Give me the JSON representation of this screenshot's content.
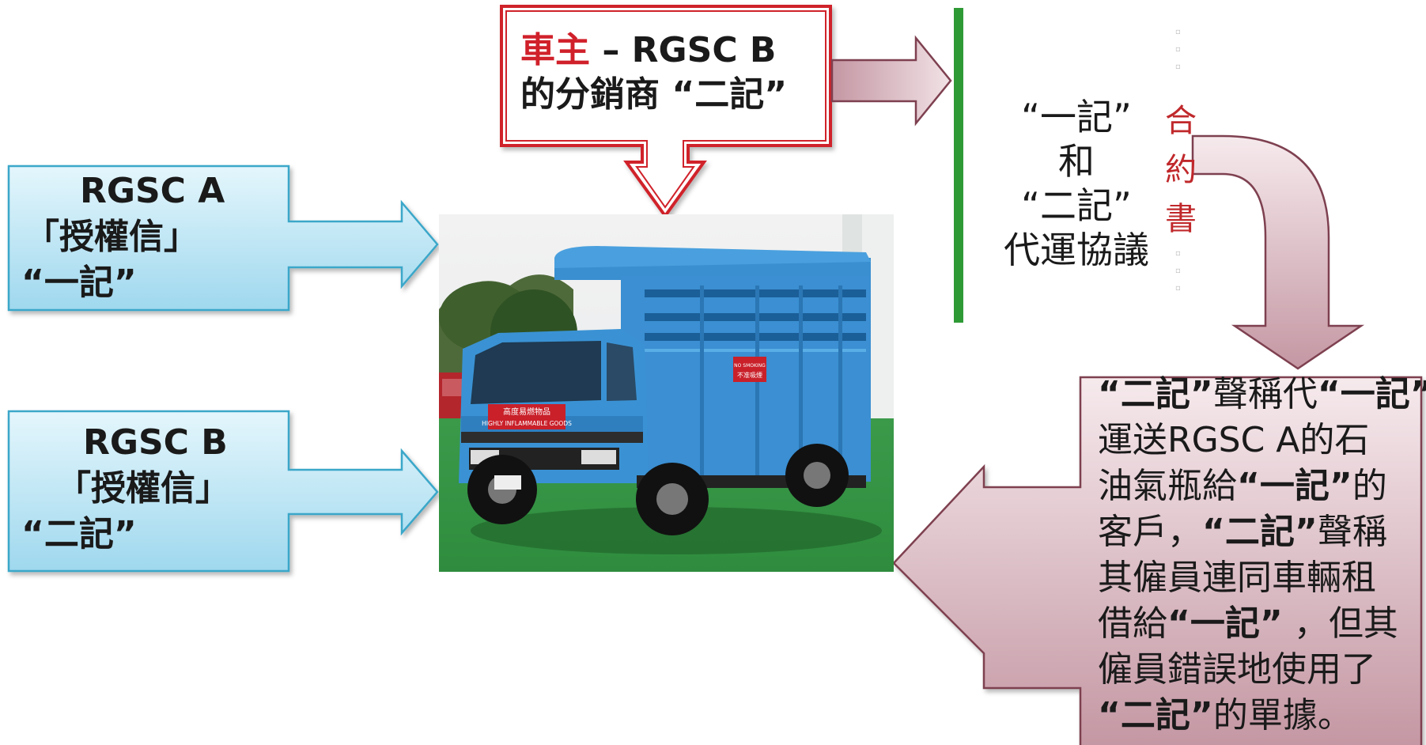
{
  "top_callout": {
    "owner_label": "車主",
    "line1_rest": " – RGSC B",
    "line2": "的分銷商 “二記”"
  },
  "box_a": {
    "line1": "RGSC A",
    "line2": "「授權信」",
    "line3": "“一記”"
  },
  "box_b": {
    "line1": "RGSC B",
    "line2": "「授權信」",
    "line3": "“二記”"
  },
  "contract": {
    "agreement_lines": [
      "“一記”",
      "和",
      "“二記”",
      "代運協議"
    ],
    "title_chars": [
      "合",
      "約",
      "書"
    ]
  },
  "explanation": {
    "segments": [
      [
        {
          "t": "“二記”",
          "b": true
        },
        {
          "t": "聲稱代",
          "b": false
        },
        {
          "t": "“一記”",
          "b": true
        }
      ],
      [
        {
          "t": "運送RGSC A的石",
          "b": false
        }
      ],
      [
        {
          "t": "油氣瓶給",
          "b": false
        },
        {
          "t": "“一記”",
          "b": true
        },
        {
          "t": "的",
          "b": false
        }
      ],
      [
        {
          "t": "客戶，",
          "b": false
        },
        {
          "t": "“二記”",
          "b": true
        },
        {
          "t": "聲稱",
          "b": false
        }
      ],
      [
        {
          "t": "其僱員連同車輛租",
          "b": false
        }
      ],
      [
        {
          "t": "借給",
          "b": false
        },
        {
          "t": "“一記”",
          "b": true
        },
        {
          "t": " ，但其",
          "b": false
        }
      ],
      [
        {
          "t": "僱員錯誤地使用了",
          "b": false
        }
      ],
      [
        {
          "t": "“二記”",
          "b": true
        },
        {
          "t": "的單據。",
          "b": false
        }
      ]
    ]
  },
  "truck": {
    "sign_no_smoking": "NO SMOKING",
    "sign_no_smoking_zh": "不准吸煙",
    "sign_hazard_zh": "高度易燃物品",
    "sign_hazard_en": "HIGHLY INFLAMMABLE GOODS"
  },
  "colors": {
    "callout_border": "#d0202a",
    "owner_red": "#d0202a",
    "cyan_fill_top": "#d9f2fb",
    "cyan_fill_bottom": "#a7ddf0",
    "cyan_border": "#3aa7c9",
    "mauve_fill_top": "#f3e4e8",
    "mauve_fill_bottom": "#c79aa6",
    "mauve_border": "#7e4050",
    "contract_green": "#2e9a36",
    "contract_red": "#c0282b"
  }
}
